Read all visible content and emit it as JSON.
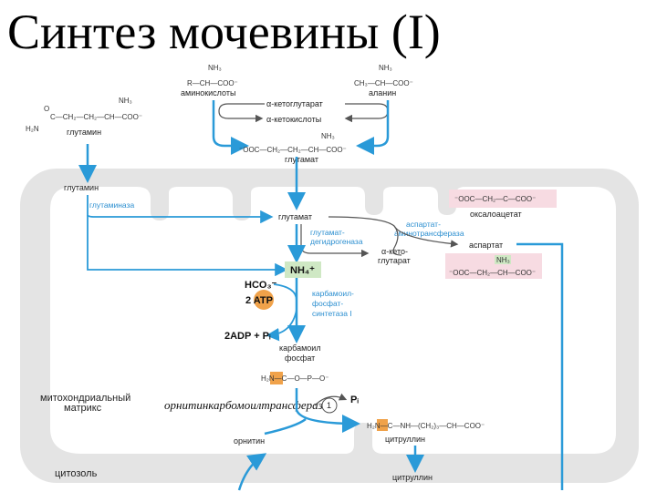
{
  "title": "Синтез мочевины (I)",
  "molecules": {
    "amino_acids": "аминокислоты",
    "alanine": "аланин",
    "a_ketoglutarate": "α-кетоглутарат",
    "a_ketoacids": "α-кетокислоты",
    "glutamate_top": "глутамат",
    "glutamine_top": "глутамин",
    "glutamine_mito": "глутамин",
    "glutamate_mito": "глутамат",
    "oxaloacetate": "оксалоацетат",
    "aspartate": "аспартат",
    "a_keto": "α-кето-",
    "glutarate": "глутарат",
    "nh4": "NH₄⁺",
    "hco3": "HCO₃⁻",
    "atp": "2 ATP",
    "adp": "2ADP + Pᵢ",
    "carbamoyl": "карбамоил",
    "phosphate": "фосфат",
    "pi": "Pᵢ",
    "ornithine": "орнитин",
    "citrulline_mito": "цитруллин",
    "citrulline_cyto": "цитруллин",
    "mito_matrix_1": "митохондриальный",
    "mito_matrix_2": "матрикс",
    "cytosol": "цитозоль",
    "enzyme_number": "1"
  },
  "enzymes": {
    "glutaminase": "глутаминаза",
    "gdh_1": "глутамат-",
    "gdh_2": "дегидрогеназа",
    "ast_1": "аспартат-",
    "ast_2": "аминотрансфераза",
    "cps_1": "карбамоил-",
    "cps_2": "фосфат-",
    "cps_3": "синтетаза I",
    "otc": "орнитинкарбомоилтрансфераза"
  },
  "formulas": {
    "amino_acid": "R—CH—COO⁻",
    "amino_group": "NH₃",
    "alanine": "CH₃—CH—COO⁻",
    "glutamine": "C—CH₂—CH₂—CH—COO⁻",
    "glutamine_n": "H₂N",
    "glutamine_o": "O",
    "glutamate": "⁻OOC—CH₂—CH₂—CH—COO⁻",
    "oxaloacetate": "⁻OOC—CH₂—C—COO⁻",
    "aspartate": "⁻OOC—CH₂—CH—COO⁻",
    "carbamoyl_p": "H₂N—C—O—P—O⁻",
    "citrulline": "H₂N—C—NH—(CH₂)₃—CH—COO⁻"
  },
  "colors": {
    "arrow_blue": "#2a9ad8",
    "arrow_gray": "#555555",
    "membrane": "#e4e4e4",
    "atp_orange": "#f0a24a",
    "highlight_pink": "#f7dbe2",
    "highlight_green": "#cfe8c4"
  }
}
